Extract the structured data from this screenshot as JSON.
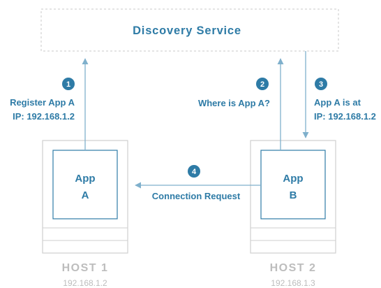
{
  "discovery": {
    "title": "Discovery Service"
  },
  "steps": [
    {
      "number": "1",
      "lines": [
        "Register App A",
        "IP: 192.168.1.2"
      ]
    },
    {
      "number": "2",
      "lines": [
        "Where is App A?"
      ]
    },
    {
      "number": "3",
      "lines": [
        "App A is at",
        "IP: 192.168.1.2"
      ]
    },
    {
      "number": "4",
      "lines": [
        "Connection Request"
      ]
    }
  ],
  "hosts": [
    {
      "name": "HOST 1",
      "ip": "192.168.1.2",
      "app_lines": [
        "App",
        "A"
      ]
    },
    {
      "name": "HOST 2",
      "ip": "192.168.1.3",
      "app_lines": [
        "App",
        "B"
      ]
    }
  ],
  "colors": {
    "accent": "#2e7ba6",
    "line": "#7fb0cc",
    "host_border": "#cfcfcf",
    "host_text": "#bdbdbd"
  }
}
